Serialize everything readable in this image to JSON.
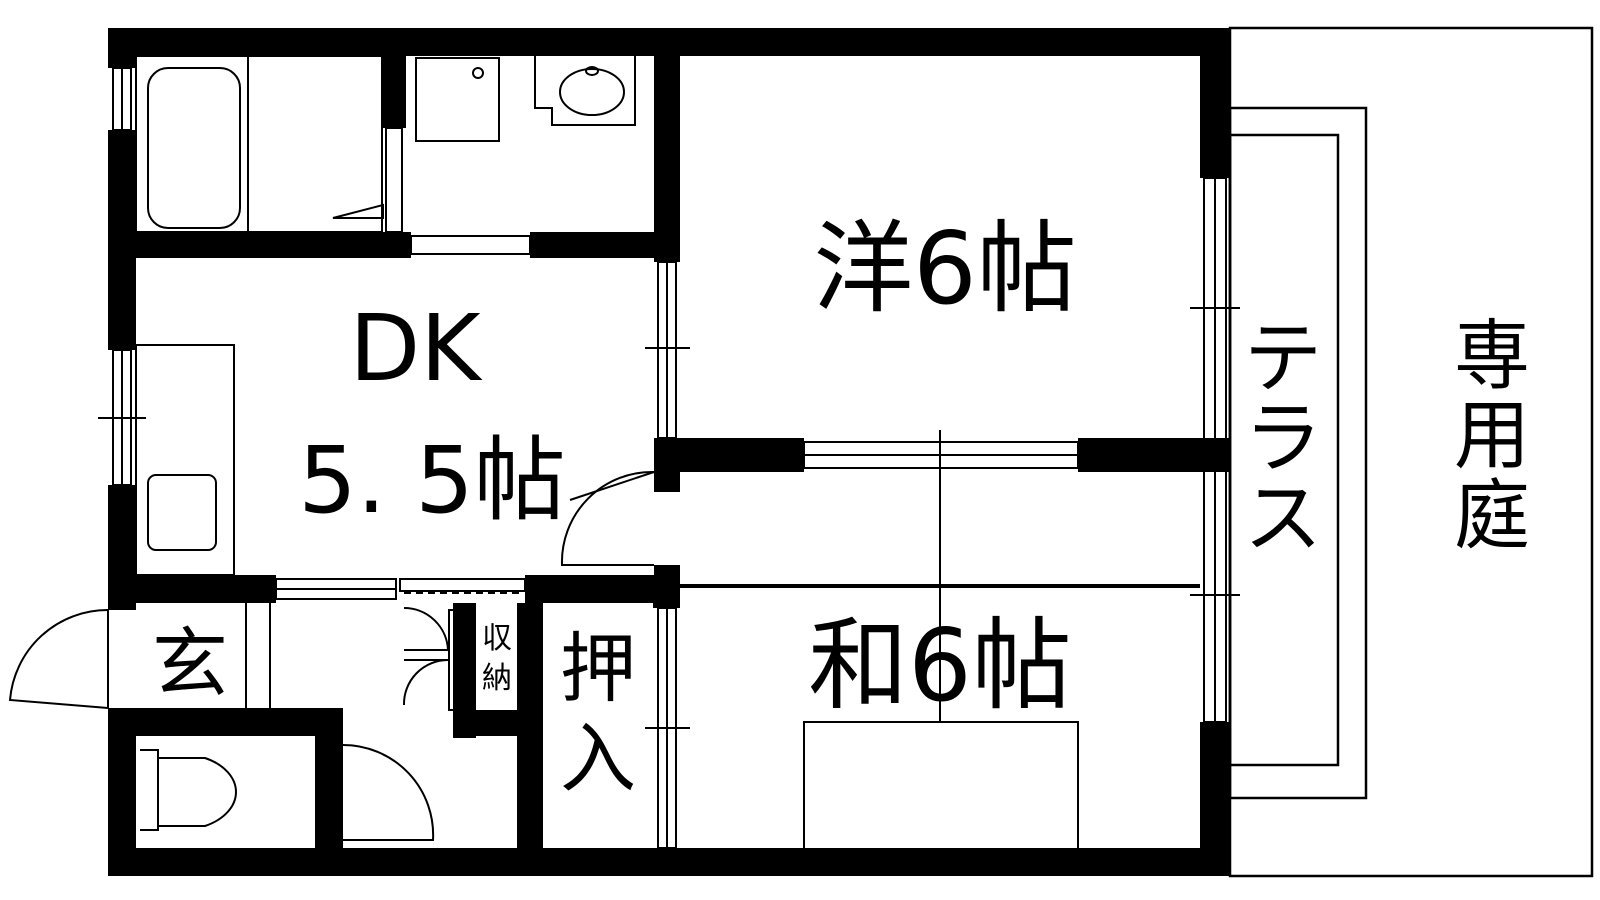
{
  "floor_plan": {
    "rooms": {
      "dk_name": "DK",
      "dk_size": "5. 5帖",
      "western": "洋6帖",
      "japanese": "和6帖",
      "terrace": [
        "テ",
        "ラ",
        "ス"
      ],
      "private_garden": [
        "専",
        "用",
        "庭"
      ],
      "entrance": "玄",
      "closet": [
        "押",
        "入"
      ],
      "storage": [
        "収",
        "納"
      ]
    }
  }
}
